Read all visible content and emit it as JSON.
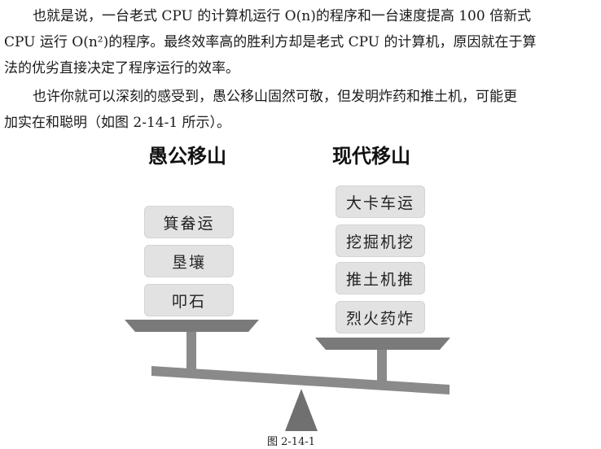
{
  "paragraphs": [
    {
      "lines": [
        "也就是说，一台老式 CPU 的计算机运行 O(n)的程序和一台速度提高 100 倍新式",
        "CPU 运行 O(n²)的程序。最终效率高的胜利方却是老式 CPU 的计算机，原因就在于算",
        "法的优劣直接决定了程序运行的效率。"
      ]
    },
    {
      "lines": [
        "也许你就可以深刻的感受到，愚公移山固然可敬，但发明炸药和推土机，可能更",
        "加实在和聪明（如图 2-14-1 所示）。"
      ]
    }
  ],
  "figure": {
    "left_title": "愚公移山",
    "right_title": "现代移山",
    "left_blocks": [
      "箕畚运",
      "垦壤",
      "叩石"
    ],
    "right_blocks": [
      "大卡车运",
      "挖掘机挖",
      "推土机推",
      "烈火药炸"
    ],
    "caption": "图 2-14-1",
    "colors": {
      "block_fill": "#e2e2e2",
      "pan_fill": "#7a7a7a",
      "beam_fill": "#8a8a8a",
      "fulcrum_fill": "#707070"
    }
  }
}
